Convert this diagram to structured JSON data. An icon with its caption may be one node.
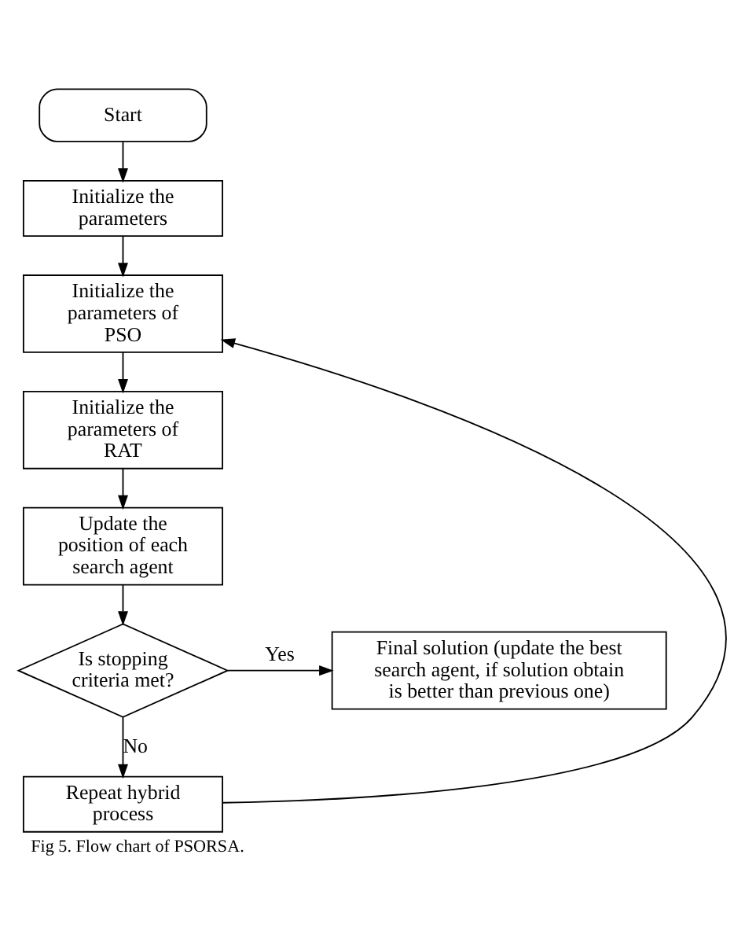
{
  "diagram": {
    "caption": "Fig 5. Flow chart of PSORSA.",
    "nodes": [
      {
        "text": [
          "Start"
        ]
      },
      {
        "text": [
          "Initialize the parameters"
        ]
      },
      {
        "text": [
          "Initialize the parameters of PSO"
        ]
      },
      {
        "text": [
          "Initialize the parameters of RAT"
        ]
      },
      {
        "text": [
          "Update the position of each search agent"
        ]
      },
      {
        "text": [
          "Is stopping criteria met?"
        ]
      },
      {
        "text": [
          "Final solution (update the best search agent, if solution obtain is better than previous one)"
        ]
      },
      {
        "text": [
          "Repeat hybrid process"
        ]
      }
    ],
    "edges": [
      {
        "from": 0,
        "to": 1,
        "arrow": "to"
      },
      {
        "from": 1,
        "to": 2,
        "arrow": "to"
      },
      {
        "from": 2,
        "to": 3,
        "arrow": "to"
      },
      {
        "from": 3,
        "to": 4,
        "arrow": "to"
      },
      {
        "from": 4,
        "to": 5,
        "arrow": "to"
      },
      {
        "from": 5,
        "to": 6,
        "arrow": "to",
        "label": "Yes"
      },
      {
        "from": 5,
        "to": 7,
        "arrow": "to",
        "label": "No"
      },
      {
        "from": 7,
        "to": 2,
        "arrow": "to"
      }
    ]
  }
}
